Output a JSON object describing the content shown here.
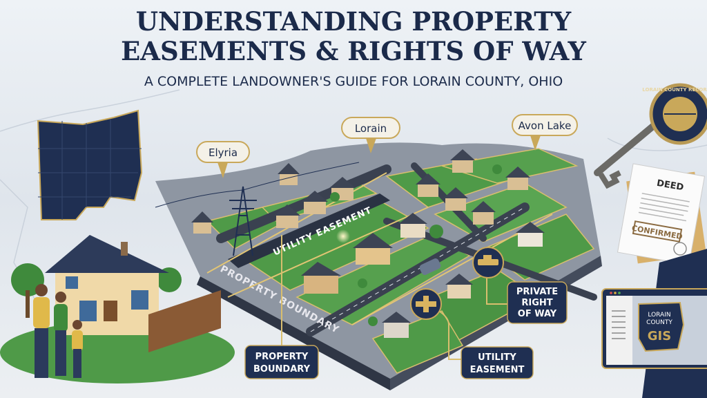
{
  "title": {
    "line1": "UNDERSTANDING PROPERTY",
    "line2": "EASEMENTS & RIGHTS OF WAY",
    "subtitle": "A COMPLETE LANDOWNER'S GUIDE FOR LORAIN COUNTY, OHIO"
  },
  "map_markers": [
    {
      "label": "Elyria"
    },
    {
      "label": "Lorain"
    },
    {
      "label": "Avon Lake"
    }
  ],
  "map_labels": {
    "utility_easement_road": "UTILITY EASEMENT",
    "property_boundary_edge": "PROPERTY BOUNDARY"
  },
  "callouts": {
    "property_boundary": [
      "PROPERTY",
      "BOUNDARY"
    ],
    "utility_easement": [
      "UTILITY",
      "EASEMENT"
    ],
    "private_right_of_way": [
      "PRIVATE",
      "RIGHT",
      "OF WAY"
    ]
  },
  "seal": {
    "text": "LORAIN COUNTY RECORDER"
  },
  "deed": {
    "title": "DEED",
    "stamp": "CONFIRMED"
  },
  "gis": {
    "line1": "LORAIN",
    "line2": "COUNTY",
    "line3": "GIS"
  },
  "colors": {
    "navy": "#1b2a4a",
    "gold": "#c9a85a",
    "grass": "#4f9a48",
    "road": "#3a4150",
    "background": "#e4e9ef"
  }
}
